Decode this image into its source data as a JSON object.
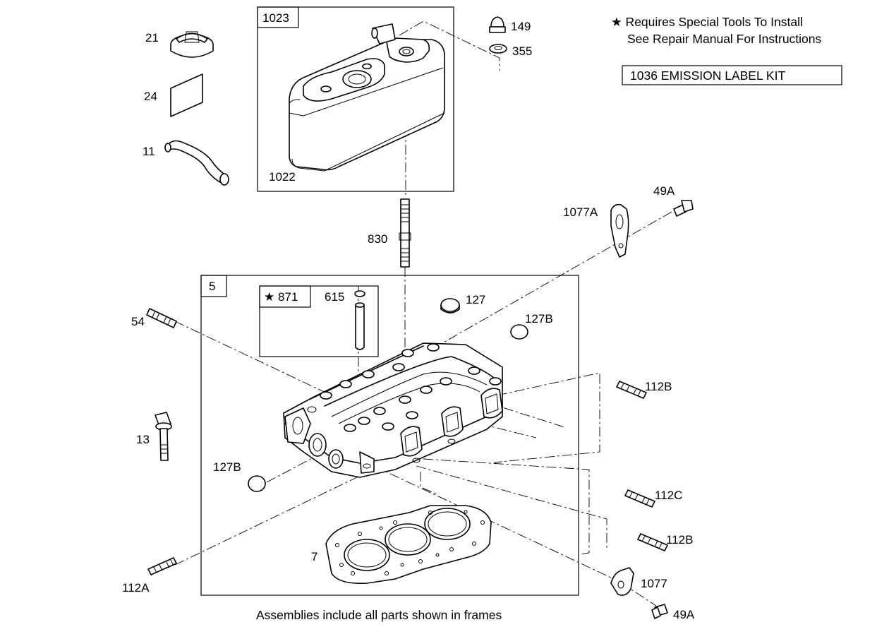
{
  "notes": {
    "special_tools_line1": "★ Requires Special Tools To Install",
    "special_tools_line2": "See Repair Manual For Instructions",
    "emission_kit": "1036  EMISSION LABEL KIT",
    "footer": "Assemblies include all parts shown in frames"
  },
  "frames": {
    "valve_cover": "1023",
    "cylinder_head": "5",
    "guide_kit": "★ 871"
  },
  "labels": {
    "p21": "21",
    "p24": "24",
    "p11": "11",
    "p1022": "1022",
    "p149": "149",
    "p355": "355",
    "p830": "830",
    "p49a_top": "49A",
    "p1077a": "1077A",
    "p615": "615",
    "p127": "127",
    "p127b_top": "127B",
    "p54": "54",
    "p13": "13",
    "p127b_left": "127B",
    "p112b_top": "112B",
    "p112c": "112C",
    "p112b_bottom": "112B",
    "p7": "7",
    "p112a": "112A",
    "p1077": "1077",
    "p49a_bottom": "49A"
  }
}
